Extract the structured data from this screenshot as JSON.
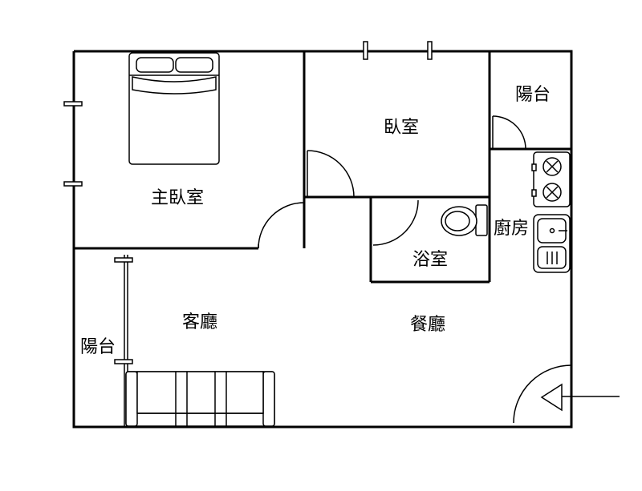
{
  "rooms": {
    "master_bedroom": "主臥室",
    "bedroom": "臥室",
    "balcony_top": "陽台",
    "kitchen": "廚房",
    "bathroom": "浴室",
    "living_room": "客廳",
    "dining_room": "餐廳",
    "balcony_left": "陽台"
  },
  "icons": {
    "bed": "double-bed-icon",
    "sofa": "sofa-icon",
    "toilet": "toilet-icon",
    "stove": "stove-icon",
    "sink": "sink-icon",
    "entrance": "entrance-arrow-icon"
  },
  "colors": {
    "wall": "#000000",
    "background": "#ffffff"
  }
}
